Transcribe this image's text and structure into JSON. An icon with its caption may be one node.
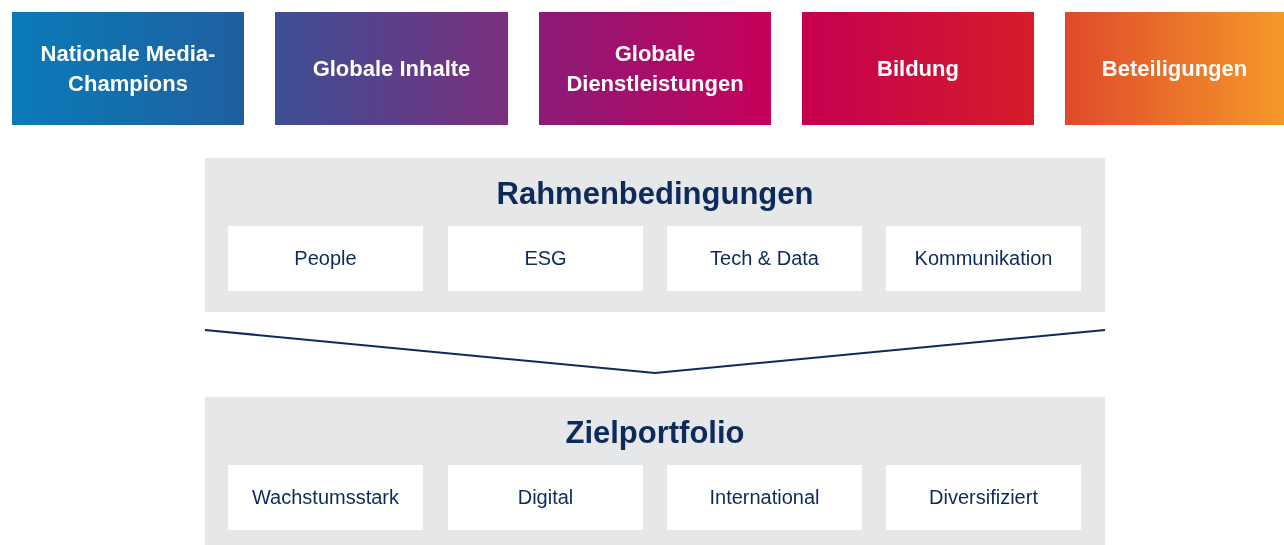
{
  "diagram": {
    "nodes": [
      {
        "text": [
          "Nationale Media-Champions"
        ]
      },
      {
        "text": [
          "Globale Inhalte"
        ]
      },
      {
        "text": [
          "Globale Dienstleistungen"
        ]
      },
      {
        "text": [
          "Bildung"
        ]
      },
      {
        "text": [
          "Beteiligungen"
        ]
      },
      {
        "text": [
          "Rahmenbedingungen"
        ]
      },
      {
        "text": [
          "People"
        ],
        "in": 5
      },
      {
        "text": [
          "ESG"
        ],
        "in": 5
      },
      {
        "text": [
          "Tech & Data"
        ],
        "in": 5
      },
      {
        "text": [
          "Kommunikation"
        ],
        "in": 5
      },
      {
        "text": [
          "Zielportfolio"
        ]
      },
      {
        "text": [
          "Wachstumsstark"
        ],
        "in": 10
      },
      {
        "text": [
          "Digital"
        ],
        "in": 10
      },
      {
        "text": [
          "International"
        ],
        "in": 10
      },
      {
        "text": [
          "Diversifiziert"
        ],
        "in": 10
      }
    ]
  }
}
